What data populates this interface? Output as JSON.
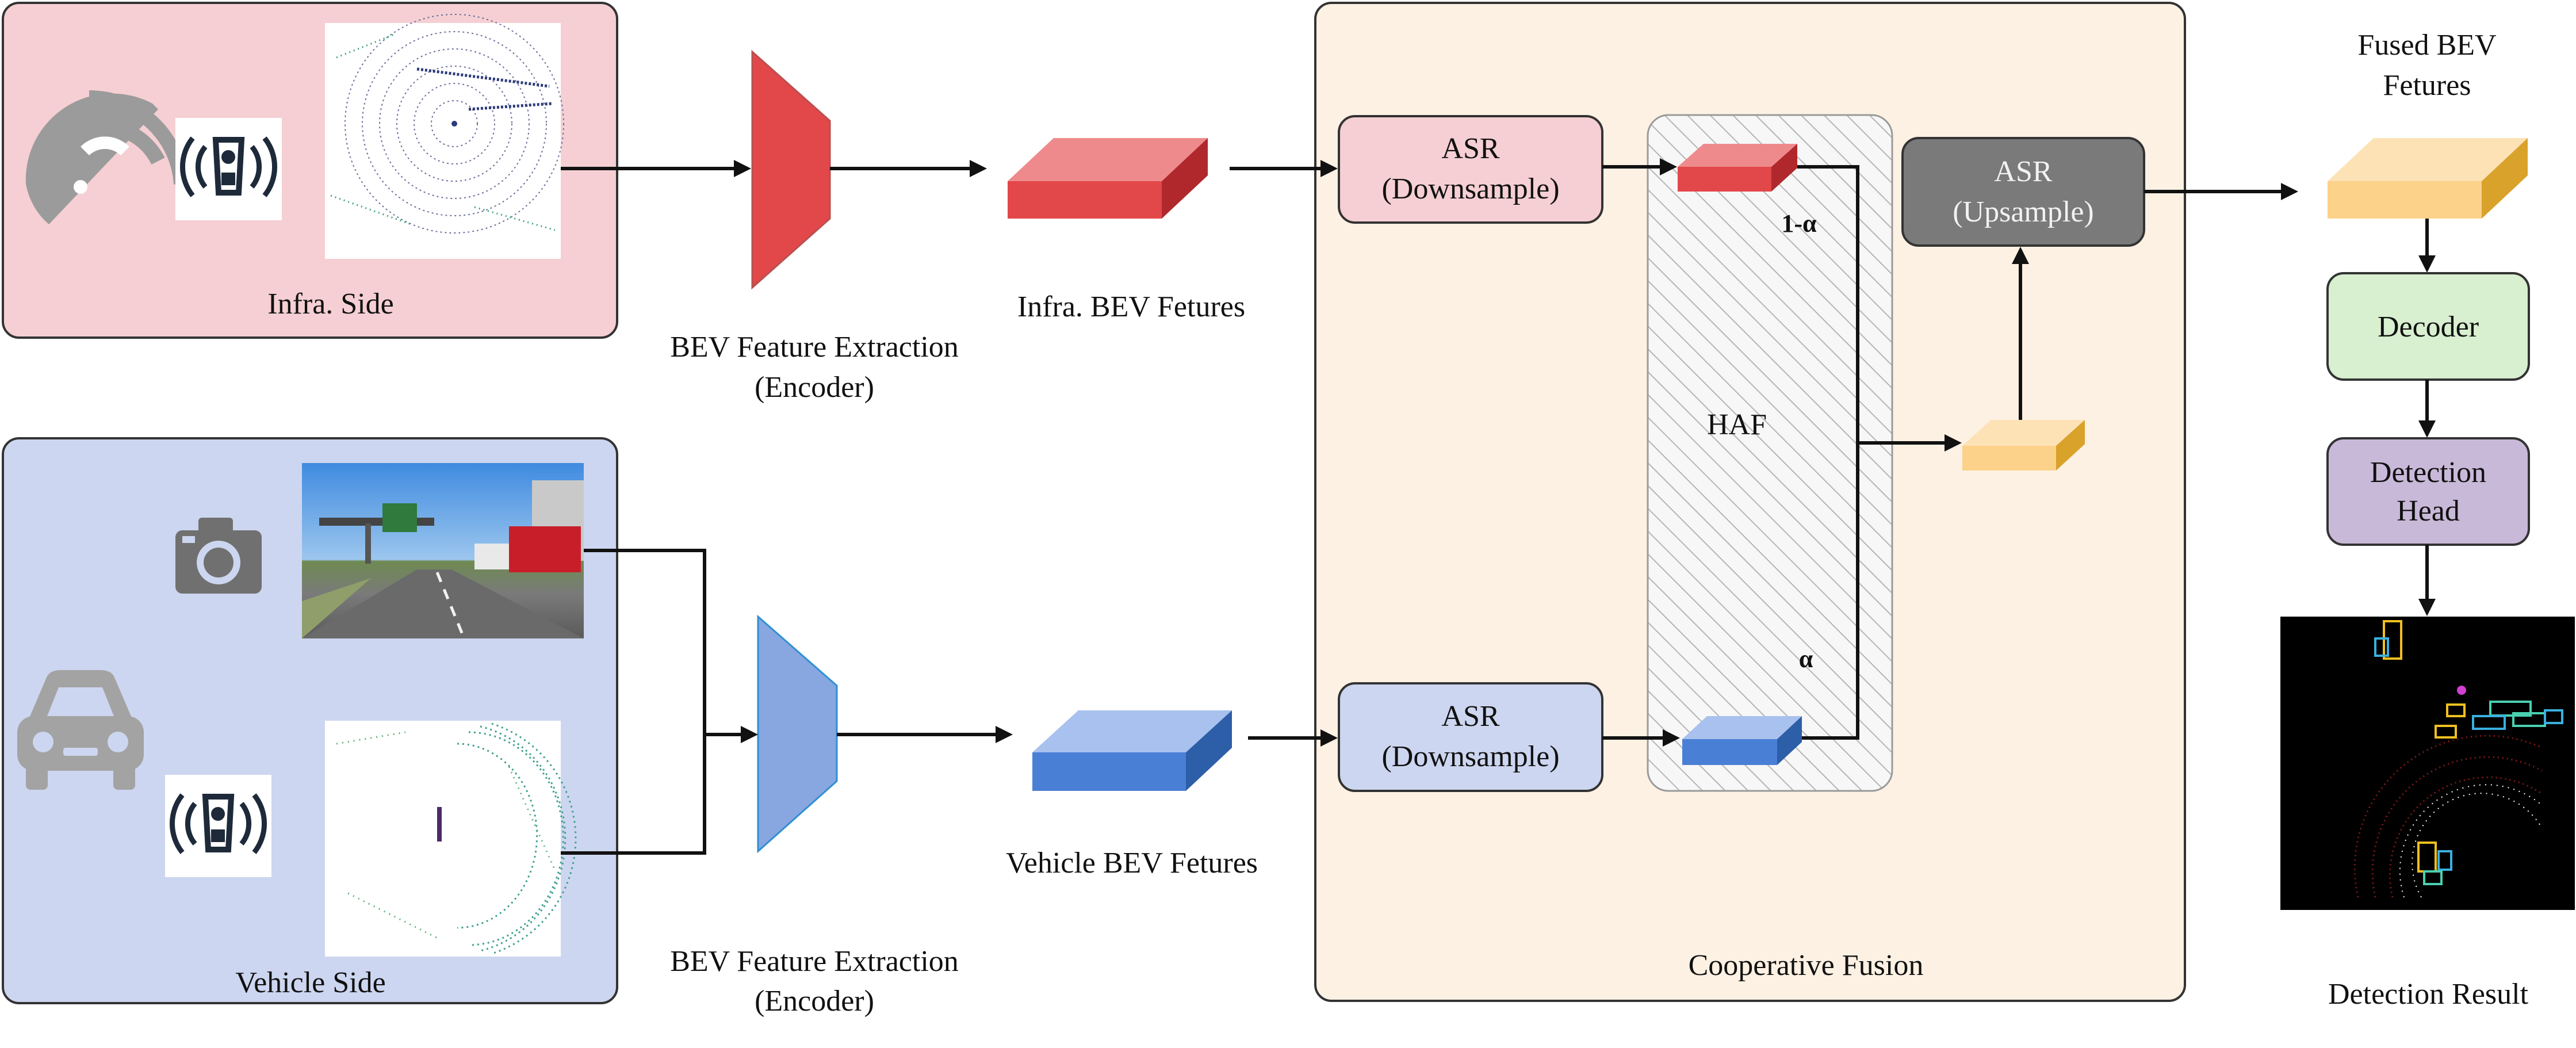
{
  "colors": {
    "infra_panel": "#f5cfd3",
    "vehicle_panel": "#cdd6f0",
    "fusion_panel": "#fdf1e3",
    "infra_feature": "#e2474a",
    "vehicle_feature": "#4a7fd6",
    "fused_feature": "#fcd189",
    "decoder": "#d8efd0",
    "detection_head": "#c9b9d9",
    "asr_up": "#7a7a7a"
  },
  "infra_side": {
    "label": "Infra. Side",
    "icons": [
      "radar-dish-icon",
      "lidar-sensor-icon"
    ]
  },
  "vehicle_side": {
    "label": "Vehicle Side",
    "icons": [
      "car-icon",
      "camera-icon",
      "lidar-sensor-icon"
    ]
  },
  "infra_encoder": {
    "label_line1": "BEV Feature Extraction",
    "label_line2": "(Encoder)"
  },
  "vehicle_encoder": {
    "label_line1": "BEV Feature Extraction",
    "label_line2": "(Encoder)"
  },
  "infra_bev": {
    "label": "Infra. BEV Fetures"
  },
  "vehicle_bev": {
    "label": "Vehicle BEV Fetures"
  },
  "cooperative_fusion": {
    "label": "Cooperative Fusion",
    "asr_down_infra": {
      "line1": "ASR",
      "line2": "(Downsample)"
    },
    "asr_down_vehicle": {
      "line1": "ASR",
      "line2": "(Downsample)"
    },
    "asr_up": {
      "line1": "ASR",
      "line2": "(Upsample)"
    },
    "haf": {
      "label": "HAF",
      "weight_infra": "1-α",
      "weight_vehicle": "α"
    }
  },
  "fused_bev": {
    "line1": "Fused BEV",
    "line2": "Fetures"
  },
  "decoder": {
    "label": "Decoder"
  },
  "detection_head": {
    "line1": "Detection",
    "line2": "Head"
  },
  "detection_result": {
    "label": "Detection Result"
  }
}
